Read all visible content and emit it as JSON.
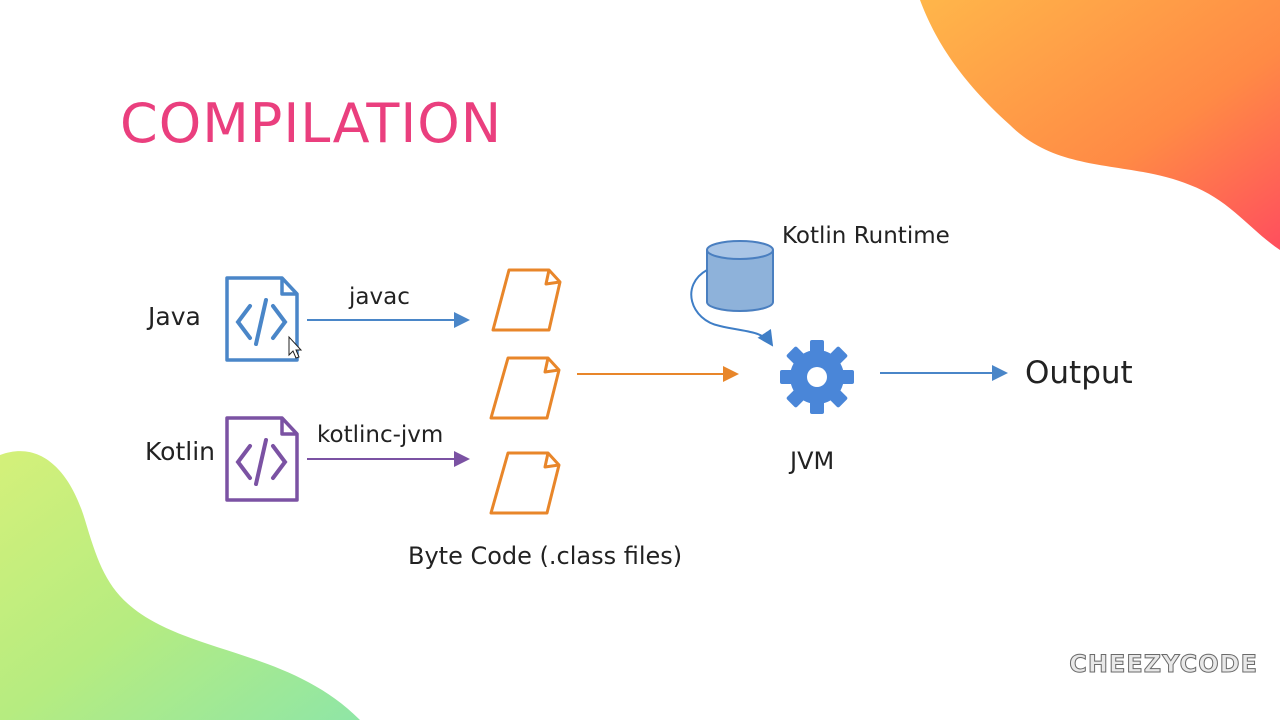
{
  "slide": {
    "title": "COMPILATION",
    "brand": "CHEEZYCODE"
  },
  "diagram": {
    "sources": [
      {
        "label": "Java",
        "compiler": "javac",
        "color": "#4a86c8",
        "icon": "code-file-icon"
      },
      {
        "label": "Kotlin",
        "compiler": "kotlinc-jvm",
        "color": "#7b52a3",
        "icon": "code-file-icon"
      }
    ],
    "bytecode": {
      "label": "Byte Code (.class files)",
      "color": "#e8862a",
      "icon": "file-icon"
    },
    "runtime": {
      "label": "Kotlin Runtime",
      "color": "#8eb2da",
      "icon": "database-icon"
    },
    "jvm": {
      "label": "JVM",
      "color": "#4a86d8",
      "icon": "gear-icon"
    },
    "output": {
      "label": "Output"
    }
  },
  "colors": {
    "title": "#ea3f7e",
    "blob_top_start": "#ffb24a",
    "blob_top_end": "#ff5a5a",
    "blob_bottom": "#b9ec72"
  }
}
